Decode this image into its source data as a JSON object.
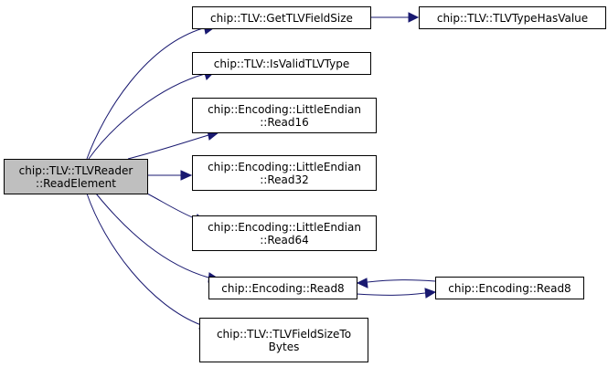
{
  "graph": {
    "colors": {
      "root_fill": "#bfbfbf",
      "node_fill": "#ffffff",
      "edge": "#191970",
      "border": "#000000"
    },
    "nodes": [
      {
        "id": "root",
        "lines": [
          "chip::TLV::TLVReader",
          "::ReadElement"
        ],
        "root": true
      },
      {
        "id": "getsize",
        "lines": [
          "chip::TLV::GetTLVFieldSize"
        ]
      },
      {
        "id": "hasvalue",
        "lines": [
          "chip::TLV::TLVTypeHasValue"
        ]
      },
      {
        "id": "isvalid",
        "lines": [
          "chip::TLV::IsValidTLVType"
        ]
      },
      {
        "id": "read16",
        "lines": [
          "chip::Encoding::LittleEndian",
          "::Read16"
        ]
      },
      {
        "id": "read32",
        "lines": [
          "chip::Encoding::LittleEndian",
          "::Read32"
        ]
      },
      {
        "id": "read64",
        "lines": [
          "chip::Encoding::LittleEndian",
          "::Read64"
        ]
      },
      {
        "id": "read8a",
        "lines": [
          "chip::Encoding::Read8"
        ]
      },
      {
        "id": "read8b",
        "lines": [
          "chip::Encoding::Read8"
        ]
      },
      {
        "id": "tobytes",
        "lines": [
          "chip::TLV::TLVFieldSizeTo",
          "Bytes"
        ]
      }
    ],
    "edges": [
      {
        "from": "root",
        "to": "getsize"
      },
      {
        "from": "root",
        "to": "isvalid"
      },
      {
        "from": "root",
        "to": "read16"
      },
      {
        "from": "root",
        "to": "read32"
      },
      {
        "from": "root",
        "to": "read64"
      },
      {
        "from": "root",
        "to": "read8a"
      },
      {
        "from": "root",
        "to": "tobytes"
      },
      {
        "from": "getsize",
        "to": "hasvalue"
      },
      {
        "from": "read8a",
        "to": "read8b"
      },
      {
        "from": "read8b",
        "to": "read8a"
      }
    ]
  }
}
